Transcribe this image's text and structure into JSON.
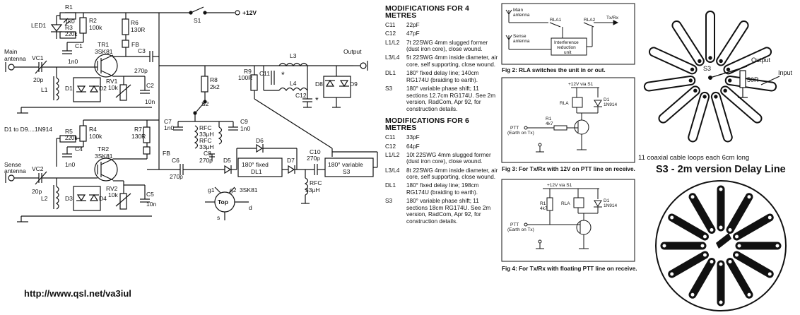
{
  "schematic": {
    "components": {
      "R1": "R1",
      "R1v": "1k0",
      "LED1": "LED1",
      "R3": "R3",
      "R3v": "220k",
      "R2": "R2",
      "R2v": "100k",
      "C1": "C1",
      "C1v": "1n0",
      "TR1": "TR1",
      "TR1v": "3SK81",
      "R6": "R6",
      "R6v": "130R",
      "FB1": "FB",
      "S1": "S1",
      "V12": "+12V",
      "C3": "C3",
      "C3v": "270p",
      "L3": "L3",
      "L4": "L4",
      "R9": "R9",
      "R9v": "100R",
      "C11": "C11",
      "C12": "C12",
      "D8": "D8",
      "D9": "D9",
      "Output": "Output",
      "MainAnt1": "Main",
      "MainAnt2": "antenna",
      "VC1": "VC1",
      "VC1v": "20p",
      "L1": "L1",
      "D1": "D1",
      "D2": "D2",
      "RV1": "RV1",
      "RV1v": "10k",
      "C2": "C2",
      "C2v": "10n",
      "R8": "R8",
      "R8v": "2k2",
      "S2": "S2",
      "DiodeNote": "D1 to D9....1N914",
      "R5": "R5",
      "R5v": "220k",
      "R4": "R4",
      "R4v": "100k",
      "C4": "C4",
      "C4v": "1n0",
      "TR2": "TR2",
      "TR2v": "3SK81",
      "R7": "R7",
      "R7v": "130R",
      "FB2": "FB",
      "C7": "C7",
      "C7v": "1n0",
      "RFC1": "RFC",
      "RFC1v": "33μH",
      "RFC2": "RFC",
      "RFC2v": "33μH",
      "C9": "C9",
      "C9v": "1n0",
      "C8": "C8",
      "C8v": "270p",
      "D5": "D5",
      "D6": "D6",
      "D7": "D7",
      "C6": "C6",
      "C6v": "270p",
      "DL1": "180° fixed",
      "DL1b": "DL1",
      "C10": "C10",
      "C10v": "270p",
      "S3": "180° variable",
      "S3b": "S3",
      "RFC3": "RFC",
      "RFC3v": "33μH",
      "SenseAnt1": "Sense",
      "SenseAnt2": "antenna",
      "VC2": "VC2",
      "VC2v": "20p",
      "L2": "L2",
      "D3": "D3",
      "D4": "D4",
      "RV2": "RV2",
      "RV2v": "10k",
      "C5": "C5",
      "C5v": "10n",
      "PinTop": "Top",
      "G1": "g1",
      "G2": "g2",
      "PinS": "s",
      "PinD": "d",
      "PinPart": "3SK81"
    },
    "url": "http://www.qsl.net/va3iul"
  },
  "modifications": {
    "four_metres": {
      "title": "MODIFICATIONS FOR 4 METRES",
      "items": [
        {
          "key": "C11",
          "value": "22pF"
        },
        {
          "key": "C12",
          "value": "47pF"
        },
        {
          "key": "L1/L2",
          "value": "7t 22SWG 4mm slugged former (dust iron core), close wound."
        },
        {
          "key": "L3/L4",
          "value": "5t 22SWG 4mm inside diameter, air core, self supporting, close wound."
        },
        {
          "key": "DL1",
          "value": "180° fixed delay line; 140cm RG174U (braiding to earth)."
        },
        {
          "key": "S3",
          "value": "180° variable phase shift; 11 sections 12.7cm RG174U. See 2m version, RadCom, Apr 92, for construction details."
        }
      ]
    },
    "six_metres": {
      "title": "MODIFICATIONS FOR 6 METRES",
      "items": [
        {
          "key": "C11",
          "value": "33pF"
        },
        {
          "key": "C12",
          "value": "64pF"
        },
        {
          "key": "L1/L2",
          "value": "10t 22SWG 4mm slugged former (dust iron core), close wound."
        },
        {
          "key": "L3/L4",
          "value": "8t 22SWG 4mm inside diameter, air core, self supporting, close wound."
        },
        {
          "key": "DL1",
          "value": "180° fixed delay line; 198cm RG174U (braiding to earth)."
        },
        {
          "key": "S3",
          "value": "180° variable phase shift; 11 sections 18cm RG174U. See 2m version, RadCom, Apr 92, for construction details."
        }
      ]
    }
  },
  "fig2": {
    "caption": "Fig 2: RLA switches the unit in or out.",
    "main1": "Main",
    "main2": "antenna",
    "sense1": "Sense",
    "sense2": "antenna",
    "rla1": "RLA1",
    "rla2": "RLA2",
    "txrx": "Tx/Rx",
    "box1": "Interference",
    "box2": "reduction",
    "box3": "unit"
  },
  "fig3": {
    "caption": "Fig 3: For Tx/Rx with 12V on PTT line on receive.",
    "supply": "+12V via S1",
    "rla": "RLA",
    "d1": "D1",
    "d1v": "1N914",
    "r1": "R1",
    "r1v": "4k7",
    "ptt": "PTT",
    "ptt2": "(Earth on Tx)"
  },
  "fig4": {
    "caption": "Fig 4: For Tx/Rx with floating PTT line on receive.",
    "supply": "+12V via S1",
    "rla": "RLA",
    "d1": "D1",
    "d1v": "1N914",
    "r1": "R1",
    "r1v": "4k7",
    "ptt": "PTT",
    "ptt2": "(Earth on Tx)"
  },
  "delay_line": {
    "s3": "S3",
    "output": "Output",
    "input": "Input",
    "r50": "50R",
    "loops_caption": "11 coaxial cable loops each 6cm long",
    "title": "S3 - 2m version Delay Line"
  }
}
